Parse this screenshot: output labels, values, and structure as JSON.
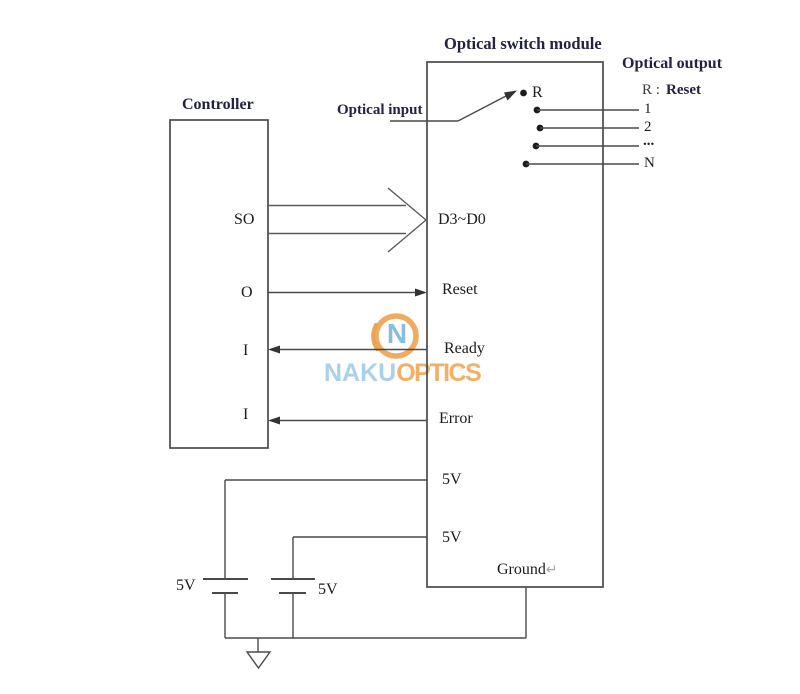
{
  "titles": {
    "module": "Optical switch module",
    "optical_output": "Optical output",
    "optical_input": "Optical input",
    "controller": "Controller"
  },
  "legend": {
    "key": "R :",
    "value": "Reset"
  },
  "controller": {
    "pins": [
      "SO",
      "O",
      "I",
      "I"
    ]
  },
  "module": {
    "pins": {
      "bus": "D3~D0",
      "reset": "Reset",
      "ready": "Ready",
      "error": "Error",
      "v5_a": "5V",
      "v5_b": "5V",
      "ground": "Ground",
      "return_mark": "↵"
    }
  },
  "outputs": [
    "R",
    "1",
    "2",
    "...",
    "N"
  ],
  "power": {
    "battery1_label": "5V",
    "battery2_label": "5V"
  },
  "watermark": {
    "badge_letter": "N",
    "text_blue": "NAKU",
    "text_orange": "OPTICS"
  },
  "colors": {
    "title_navy": "#23233f",
    "line": "#4a4a4a",
    "label_black": "#1c1c1c",
    "logo_ring_orange": "#EFAC60",
    "logo_letter_blue": "#87BEDF",
    "logo_text_blue": "#A9D2EA",
    "logo_text_orange": "#F3AF64",
    "return_mark_gray": "#a8a8a8"
  }
}
